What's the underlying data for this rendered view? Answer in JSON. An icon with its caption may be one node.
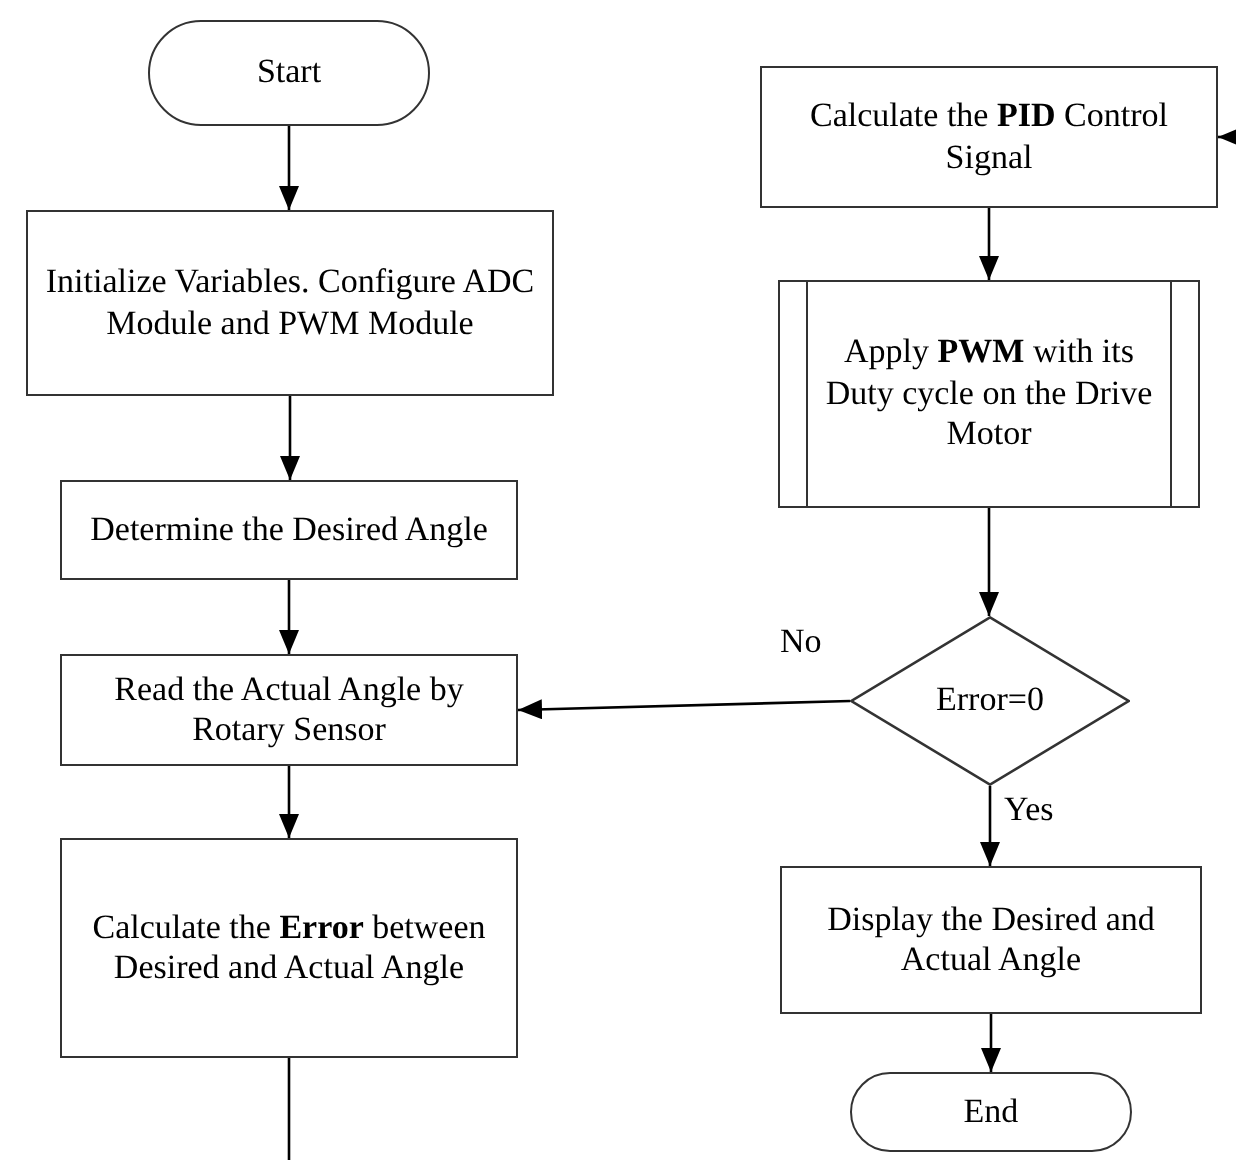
{
  "diagram": {
    "nodes": [
      {
        "text": [
          "Start"
        ]
      },
      {
        "text": [
          "Initialize Variables. Configure ADC Module and PWM Module"
        ]
      },
      {
        "text": [
          "Determine the Desired Angle"
        ]
      },
      {
        "text": [
          "Read the Actual Angle by Rotary Sensor"
        ]
      },
      {
        "text": [
          "Calculate the **Error** between Desired and Actual Angle"
        ]
      },
      {
        "text": [
          "Calculate the **PID** Control Signal"
        ]
      },
      {
        "text": [
          "Apply **PWM** with its Duty cycle on the Drive Motor"
        ]
      },
      {
        "text": [
          "Error=0"
        ]
      },
      {
        "text": [
          "Display the Desired and Actual Angle"
        ]
      },
      {
        "text": [
          "End"
        ]
      }
    ],
    "edges": [
      {
        "from": 0,
        "to": 1,
        "arrow": "to"
      },
      {
        "from": 1,
        "to": 2,
        "arrow": "to"
      },
      {
        "from": 2,
        "to": 3,
        "arrow": "to"
      },
      {
        "from": 3,
        "to": 4,
        "arrow": "to"
      },
      {
        "from": 4,
        "to": null,
        "arrow": "none"
      },
      {
        "from": null,
        "to": 5,
        "arrow": "to"
      },
      {
        "from": 5,
        "to": 6,
        "arrow": "to"
      },
      {
        "from": 6,
        "to": 7,
        "arrow": "to"
      },
      {
        "from": 7,
        "to": 3,
        "arrow": "to",
        "label": "No"
      },
      {
        "from": 7,
        "to": 8,
        "arrow": "to",
        "label": "Yes"
      },
      {
        "from": 8,
        "to": 9,
        "arrow": "to"
      }
    ]
  }
}
